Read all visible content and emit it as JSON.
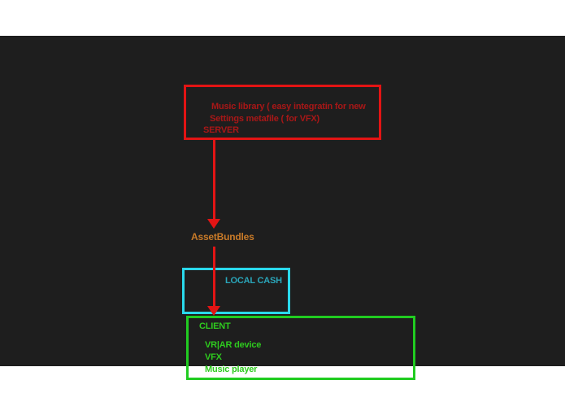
{
  "page": {
    "background_color": "#ffffff",
    "canvas_background_color": "#1e1e1e"
  },
  "diagram": {
    "server_box": {
      "border_color": "#e31414",
      "text_color": "#a81717",
      "lines": [
        "Music library ( easy integratin for new",
        "Settings metafile ( for VFX)",
        "SERVER"
      ]
    },
    "arrows": {
      "color": "#e31414",
      "direction": "down",
      "connections": [
        "server-box to assetbundles-label",
        "assetbundles-label through local-cash-box to client-box"
      ]
    },
    "assetbundles_label": {
      "text": "AssetBundles",
      "color": "#c87a28"
    },
    "local_cash_box": {
      "label": "LOCAL CASH",
      "border_color": "#2ad9ec",
      "text_color": "#2aa6ba"
    },
    "client_box": {
      "title": "CLIENT",
      "items": [
        "VR|AR device",
        "VFX",
        "Music player"
      ],
      "border_color": "#21cc21",
      "text_color": "#2ecb1e"
    }
  }
}
